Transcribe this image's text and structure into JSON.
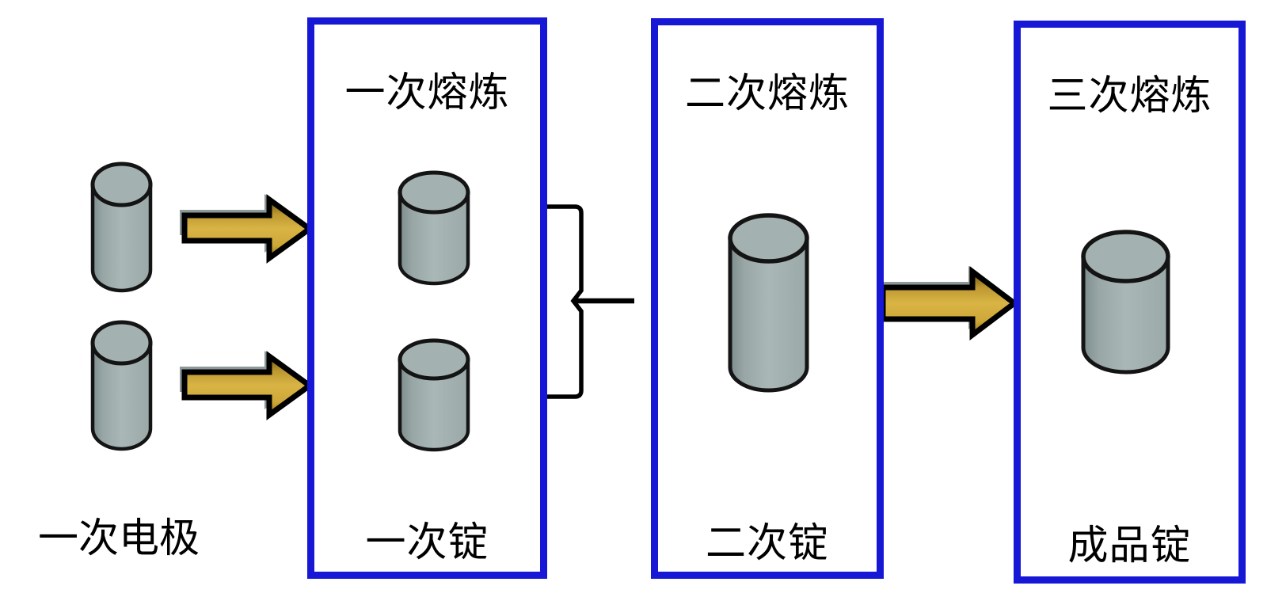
{
  "figure": {
    "left_group_label": "一次电极",
    "boxes": [
      {
        "title": "一次熔炼",
        "caption": "一次锭"
      },
      {
        "title": "二次熔炼",
        "caption": "二次锭"
      },
      {
        "title": "三次熔炼",
        "caption": "成品锭"
      }
    ],
    "colors": {
      "box_border": "#1717d6",
      "arrow_gold": "#d9b445",
      "arrow_outline": "#000000",
      "arrow_shadow": "#8d9898",
      "cylinder_fill": "#a3b1b1",
      "cylinder_outline": "#141414",
      "bracket": "#000000",
      "background": "#ffffff",
      "text": "#000000"
    }
  }
}
